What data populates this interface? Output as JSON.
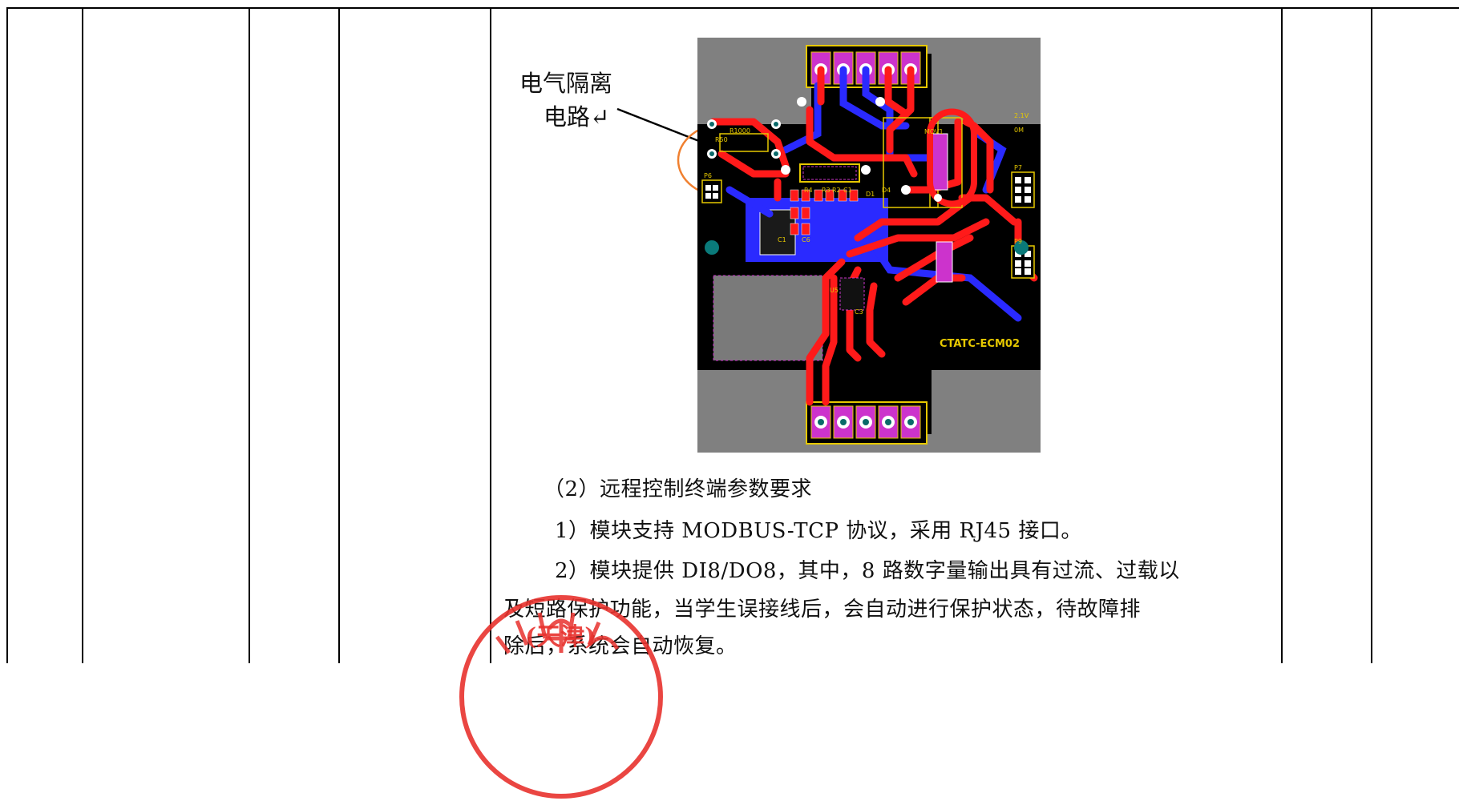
{
  "figure": {
    "callout_line1": "电气隔离",
    "callout_line2": "电路↵",
    "board_label": "CTATC-ECM02",
    "component_labels": {
      "r1000": "R1000",
      "r50": "R50",
      "mov1": "MOV1",
      "p6": "P6",
      "p7": "P7",
      "p9": "P9",
      "r4": "R4",
      "r3": "R3",
      "r2": "R2",
      "c1": "C1",
      "d1": "D1",
      "d4": "D4",
      "c1b": "C1",
      "c6": "C6",
      "c3": "C3",
      "u5": "U5",
      "top_right_1": "2.1V",
      "top_right_2": "0M"
    }
  },
  "text": {
    "heading": "（2）远程控制终端参数要求",
    "item1": "1）模块支持 MODBUS-TCP 协议，采用 RJ45 接口。",
    "item2_line1": "2）模块提供 DI8/DO8，其中，8 路数字量输出具有过流、过载以",
    "item2_line2": "及短路保护功能，当学生误接线后，会自动进行保护状态，待故障排",
    "item2_line3": "除后，系统会自动恢复。"
  },
  "seal": {
    "visible_text": "(天津)"
  },
  "colors": {
    "board_gray": "#808080",
    "board_black": "#000000",
    "trace_red": "#ff1a1a",
    "trace_blue": "#2a2aff",
    "pad_magenta": "#cc33cc",
    "outline_yellow": "#e6c800",
    "callout_orange": "#f08030",
    "seal_red": "#e8322e"
  }
}
